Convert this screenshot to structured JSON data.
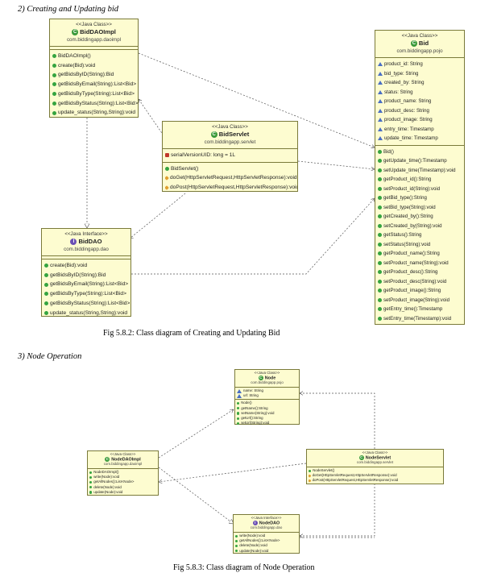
{
  "section2": {
    "heading": "2)   Creating and Updating bid",
    "caption": "Fig 5.8.2: Class diagram of Creating and Updating Bid"
  },
  "section3": {
    "heading": "3)   Node Operation",
    "caption": "Fig 5.8.3: Class diagram of Node Operation"
  },
  "bidDaoImpl": {
    "stereotype": "<<Java Class>>",
    "badge": "C",
    "name": "BidDAOImpl",
    "package": "com.biddingapp.daoimpl",
    "methods": [
      "BidDAOImpl()",
      "create(Bid):void",
      "getBidsByID(String):Bid",
      "getBidsByEmail(String):List<Bid>",
      "getBidsByType(String):List<Bid>",
      "getBidsByStatus(String):List<Bid>",
      "update_status(String,String):void"
    ]
  },
  "bidServlet": {
    "stereotype": "<<Java Class>>",
    "badge": "C",
    "name": "BidServlet",
    "package": "com.biddingapp.servlet",
    "fields": [
      "serialVersionUID: long = 1L"
    ],
    "methods": [
      "BidServlet()",
      "doGet(HttpServletRequest,HttpServletResponse):void",
      "doPost(HttpServletRequest,HttpServletResponse):void"
    ]
  },
  "bidDao": {
    "stereotype": "<<Java Interface>>",
    "badge": "I",
    "name": "BidDAO",
    "package": "com.biddingapp.dao",
    "methods": [
      "create(Bid):void",
      "getBidsByID(String):Bid",
      "getBidsByEmail(String):List<Bid>",
      "getBidsByType(String):List<Bid>",
      "getBidsByStatus(String):List<Bid>",
      "update_status(String,String):void"
    ]
  },
  "bid": {
    "stereotype": "<<Java Class>>",
    "badge": "C",
    "name": "Bid",
    "package": "com.biddingapp.pojo",
    "fields": [
      "product_id: String",
      "bid_type: String",
      "created_by: String",
      "status: String",
      "product_name: String",
      "product_desc: String",
      "product_image: String",
      "entry_time: Timestamp",
      "update_time: Timestamp"
    ],
    "methods": [
      "Bid()",
      "getUpdate_time():Timestamp",
      "setUpdate_time(Timestamp):void",
      "getProduct_id():String",
      "setProduct_id(String):void",
      "getBid_type():String",
      "setBid_type(String):void",
      "getCreated_by():String",
      "setCreated_by(String):void",
      "getStatus():String",
      "setStatus(String):void",
      "getProduct_name():String",
      "setProduct_name(String):void",
      "getProduct_desc():String",
      "setProduct_desc(String):void",
      "getProduct_image():String",
      "setProduct_image(String):void",
      "getEntry_time():Timestamp",
      "setEntry_time(Timestamp):void"
    ]
  },
  "node": {
    "stereotype": "<<Java Class>>",
    "badge": "C",
    "name": "Node",
    "package": "com.biddingapp.pojo",
    "fields": [
      "name: String",
      "url: String"
    ],
    "methods": [
      "Node()",
      "getName():String",
      "setName(String):void",
      "getUrl():String",
      "setUrl(String):void"
    ]
  },
  "nodeDaoImpl": {
    "stereotype": "<<Java Class>>",
    "badge": "C",
    "name": "NodeDAOImpl",
    "package": "com.biddingapp.daoimpl",
    "methods": [
      "NodeDAOImpl()",
      "write(Node):void",
      "getAllNodes():List<Node>",
      "delete(Node):void",
      "update(Node):void"
    ]
  },
  "nodeServlet": {
    "stereotype": "<<Java Class>>",
    "badge": "C",
    "name": "NodeServlet",
    "package": "com.biddingapp.servlet",
    "methods": [
      "NodeServlet()",
      "doGet(HttpServletRequest,HttpServletResponse):void",
      "doPost(HttpServletRequest,HttpServletResponse):void"
    ]
  },
  "nodeDao": {
    "stereotype": "<<Java Interface>>",
    "badge": "I",
    "name": "NodeDAO",
    "package": "com.biddingapp.dao",
    "methods": [
      "write(Node):void",
      "getAllNodes():List<Node>",
      "delete(Node):void",
      "update(Node):void"
    ]
  }
}
